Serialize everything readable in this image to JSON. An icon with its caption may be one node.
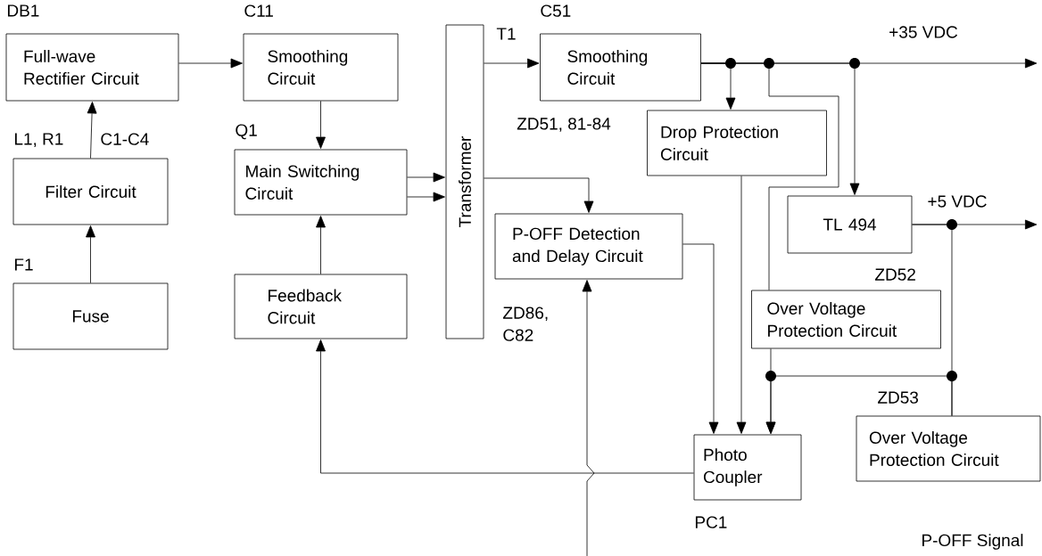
{
  "diagram": {
    "nodes": [
      {
        "text": [
          "Full-wave Rectifier Circuit"
        ],
        "beside": [
          "DB1"
        ]
      },
      {
        "text": [
          "Smoothing Circuit"
        ],
        "beside": [
          "C11"
        ]
      },
      {
        "text": [
          "Filter Circuit"
        ],
        "beside": [
          "L1, R1",
          "C1-C4"
        ]
      },
      {
        "text": [
          "Fuse"
        ],
        "beside": [
          "F1"
        ]
      },
      {
        "text": [
          "Main Switching Circuit"
        ],
        "beside": [
          "Q1"
        ]
      },
      {
        "text": [
          "Feedback Circuit"
        ]
      },
      {
        "text": [
          "Transformer"
        ],
        "beside": [
          "T1"
        ]
      },
      {
        "text": [
          "Smoothing Circuit"
        ],
        "beside": [
          "C51"
        ]
      },
      {
        "text": [
          "Drop Protection Circuit"
        ]
      },
      {
        "text": [
          "P-OFF Detection and Delay Circuit"
        ],
        "beside": [
          "ZD86, C82"
        ]
      },
      {
        "text": [
          "TL 494"
        ]
      },
      {
        "text": [
          "Over Voltage Protection Circuit"
        ],
        "beside": [
          "ZD52"
        ]
      },
      {
        "text": [
          "Photo Coupler"
        ],
        "beside": [
          "PC1"
        ]
      },
      {
        "text": [
          "Over Voltage Protection Circuit"
        ],
        "beside": [
          "ZD53"
        ]
      }
    ],
    "edges": [
      {
        "from": 2,
        "to": 0,
        "arrow": "to"
      },
      {
        "from": 3,
        "to": 2,
        "arrow": "to"
      },
      {
        "from": 0,
        "to": 1,
        "arrow": "to"
      },
      {
        "from": 1,
        "to": 4,
        "arrow": "to"
      },
      {
        "from": 5,
        "to": 4,
        "arrow": "to"
      },
      {
        "from": 4,
        "to": 6,
        "arrow": "to"
      },
      {
        "from": 4,
        "to": 6,
        "arrow": "to"
      },
      {
        "from": 6,
        "to": 7,
        "arrow": "to"
      },
      {
        "from": 6,
        "to": 9,
        "arrow": "to"
      },
      {
        "from": 7,
        "to": null,
        "arrow": "to",
        "label": "+35 VDC"
      },
      {
        "from": 7,
        "to": 8,
        "arrow": "to"
      },
      {
        "from": 7,
        "to": 10,
        "arrow": "to"
      },
      {
        "from": 7,
        "to": 11,
        "arrow": "none"
      },
      {
        "from": 8,
        "to": 12,
        "arrow": "to"
      },
      {
        "from": 9,
        "to": 12,
        "arrow": "to"
      },
      {
        "from": 11,
        "to": 12,
        "arrow": "to"
      },
      {
        "from": 10,
        "to": null,
        "arrow": "to",
        "label": "+5 VDC"
      },
      {
        "from": 10,
        "to": 13,
        "arrow": "none"
      },
      {
        "from": 13,
        "to": 12,
        "arrow": "to"
      },
      {
        "from": 12,
        "to": 5,
        "arrow": "to"
      },
      {
        "from": null,
        "to": 9,
        "arrow": "to"
      }
    ],
    "labels": [
      "ZD51, 81-84",
      "P-OFF Signal"
    ]
  }
}
